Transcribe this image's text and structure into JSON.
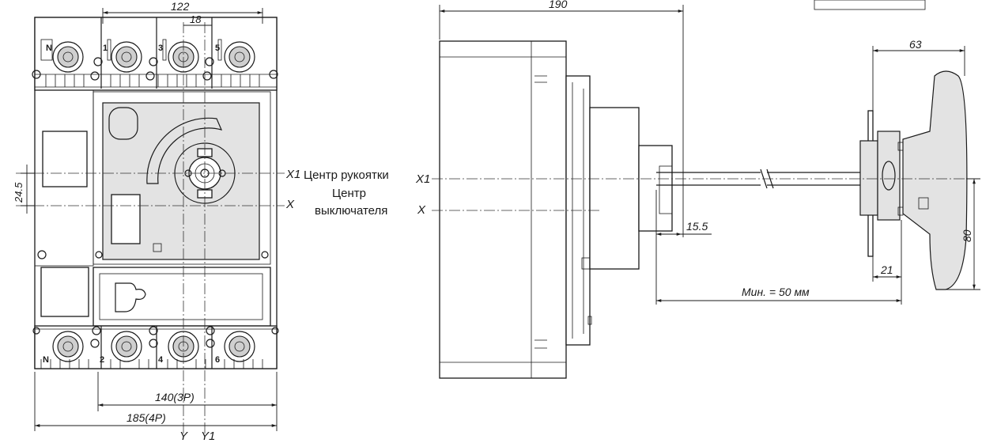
{
  "front_view": {
    "dim_width": "122",
    "dim_offset": "18",
    "dim_vertical": "24.5",
    "dim_3p": "140(3P)",
    "dim_4p": "185(4P)",
    "axis_x1": "X1",
    "axis_x": "X",
    "axis_y": "Y",
    "axis_y1": "Y1",
    "top_terminals": [
      "N",
      "1",
      "3",
      "5"
    ],
    "bottom_terminals": [
      "N",
      "2",
      "4",
      "6"
    ]
  },
  "legend": {
    "handle_center": "Центр рукоятки",
    "breaker_center_line1": "Центр",
    "breaker_center_line2": "выключателя"
  },
  "side_view": {
    "dim_depth": "190",
    "dim_handle_width": "63",
    "dim_shaft": "15.5",
    "dim_21": "21",
    "dim_80": "80",
    "dim_min": "Мин. = 50 мм",
    "axis_x1": "X1",
    "axis_x": "X"
  }
}
